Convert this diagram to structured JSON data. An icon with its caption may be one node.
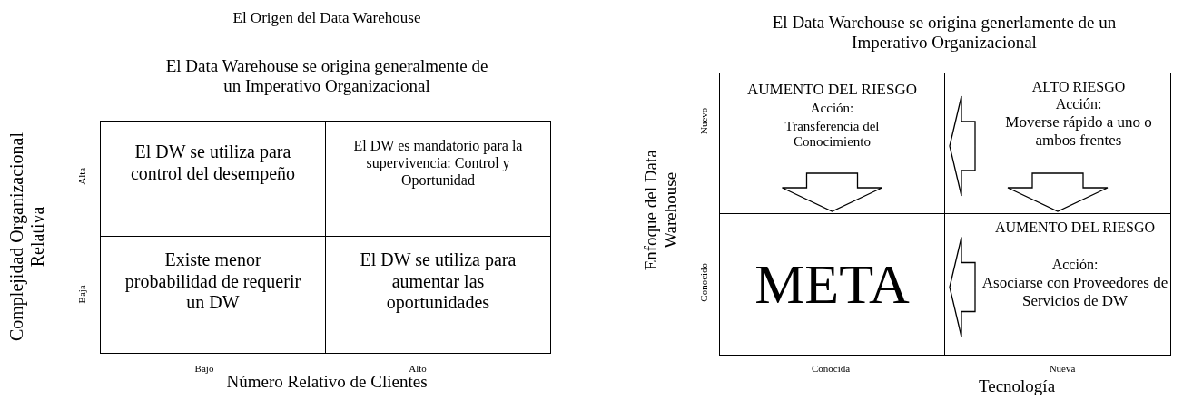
{
  "diagram": {
    "title": "El Origen del Data Warehouse",
    "nodes": [
      {
        "text": [
          "El DW se utiliza para control del desempeño"
        ]
      },
      {
        "text": [
          "El DW es mandatorio para la supervivencia: Control y Oportunidad"
        ]
      },
      {
        "text": [
          "Existe menor probabilidad de requerir un DW"
        ]
      },
      {
        "text": [
          "El DW se utiliza para aumentar las oportunidades"
        ]
      },
      {
        "text": [
          "AUMENTO DEL RIESGO",
          "Acción:",
          "Transferencia del Conocimiento"
        ]
      },
      {
        "text": [
          "ALTO RIESGO",
          "Acción:",
          "Moverse rápido a uno o ambos frentes"
        ]
      },
      {
        "text": [
          "META"
        ]
      },
      {
        "text": [
          "AUMENTO DEL RIESGO",
          "Acción:",
          "Asociarse con Proveedores de Servicios de DW"
        ]
      }
    ],
    "edges": [
      {
        "from": 4,
        "to": 6,
        "arrow": "to"
      },
      {
        "from": 5,
        "to": 4,
        "arrow": "to"
      },
      {
        "from": 5,
        "to": 7,
        "arrow": "to"
      },
      {
        "from": 7,
        "to": 6,
        "arrow": "to"
      }
    ],
    "labels": [
      "El Data Warehouse se origina generalmente de un Imperativo Organizacional",
      "El Data Warehouse se origina generlamente de un Imperativo Organizacional",
      "Complejidad Organizacional Relativa",
      "Alta",
      "Baja",
      "Bajo",
      "Alto",
      "Número Relativo de Clientes",
      "Enfoque del Data Warehouse",
      "Nuevo",
      "Conocido",
      "Conocida",
      "Nueva",
      "Tecnología"
    ]
  }
}
